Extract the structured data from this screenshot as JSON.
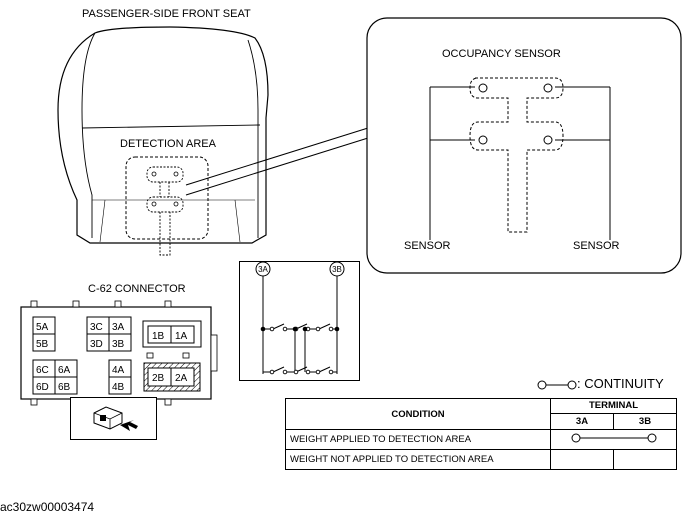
{
  "figure": {
    "seat_title": "PASSENGER-SIDE FRONT SEAT",
    "detection_area_label": "DETECTION AREA",
    "occupancy_sensor_title": "OCCUPANCY SENSOR",
    "sensor_left_label": "SENSOR",
    "sensor_right_label": "SENSOR",
    "connector_title": "C-62 CONNECTOR",
    "connector_terminals": [
      "5A",
      "5B",
      "3C",
      "3A",
      "3D",
      "3B",
      "1B",
      "1A",
      "6C",
      "6A",
      "6D",
      "6B",
      "4A",
      "4B",
      "2B",
      "2A"
    ],
    "schematic_terminal_left": "3A",
    "schematic_terminal_right": "3B",
    "continuity_legend": ": CONTINUITY",
    "document_id": "ac30zw00003474"
  },
  "table": {
    "condition_header": "CONDITION",
    "terminal_header": "TERMINAL",
    "col_3a": "3A",
    "col_3b": "3B",
    "rows": [
      {
        "condition": "WEIGHT APPLIED TO DETECTION AREA",
        "continuity": true
      },
      {
        "condition": "WEIGHT NOT APPLIED TO DETECTION AREA",
        "continuity": false
      }
    ]
  }
}
